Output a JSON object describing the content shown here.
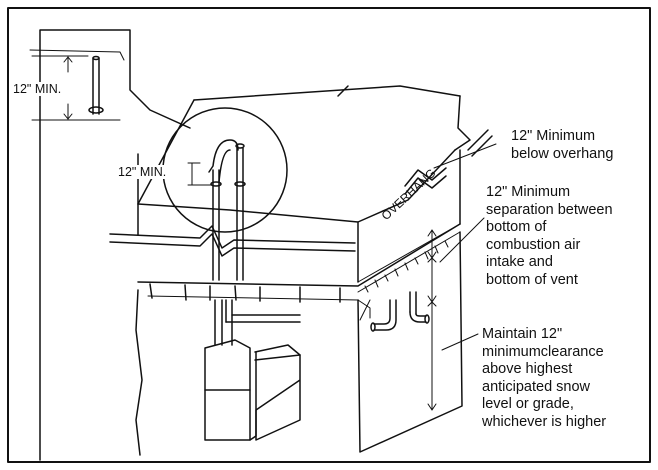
{
  "figure": {
    "detail_label": "12\" MIN.",
    "wall_label": "12\" MIN.",
    "overhang_label": "OVERHANG",
    "note_overhang": "12\" Minimum\nbelow overhang",
    "note_separation": "12\" Minimum\nseparation between\nbottom of\ncombustion air\nintake and\nbottom of vent",
    "note_snow": "Maintain 12\"\nminimumclearance\nabove highest\nanticipated snow\nlevel or grade,\nwhichever is higher"
  },
  "colors": {
    "line": "#111111",
    "background": "#ffffff"
  }
}
